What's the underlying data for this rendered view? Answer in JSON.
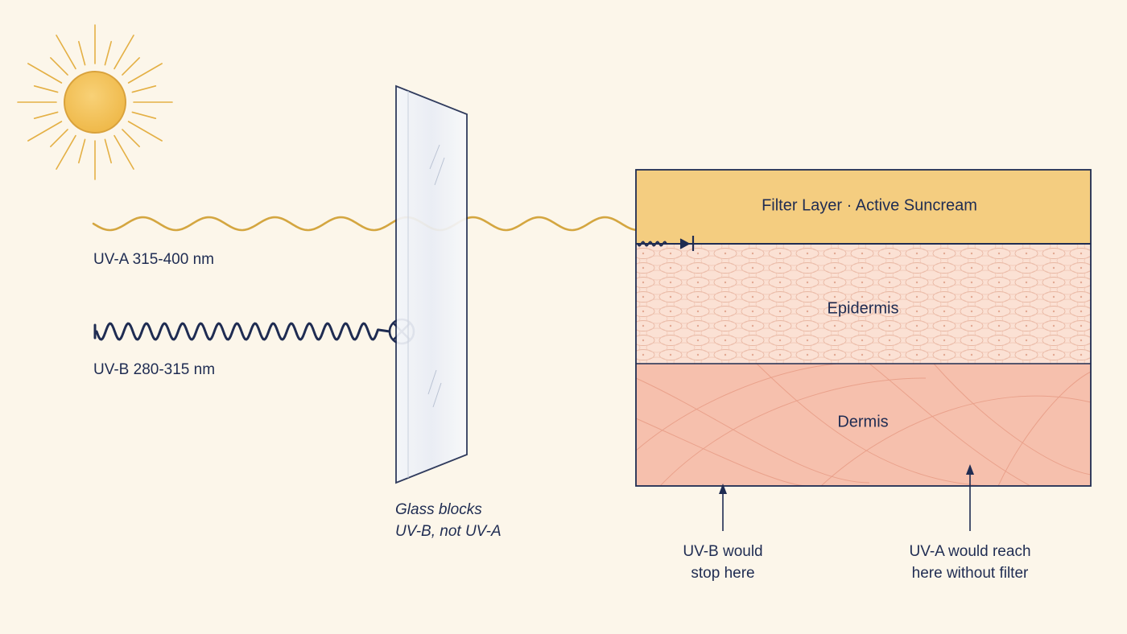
{
  "rays": {
    "uva_label": "UV-A 315-400 nm",
    "uvb_label": "UV-B 280-315 nm"
  },
  "glass": {
    "caption_line1": "Glass blocks",
    "caption_line2": "UV-B, not UV-A"
  },
  "skin": {
    "filter_label": "Filter Layer · Active Suncream",
    "epidermis_label": "Epidermis",
    "dermis_label": "Dermis"
  },
  "annotations": {
    "uvb_stop_line1": "UV-B would",
    "uvb_stop_line2": "stop here",
    "uva_reach_line1": "UV-A would reach",
    "uva_reach_line2": "here without filter"
  },
  "colors": {
    "background": "#fcf6ea",
    "ink": "#1f2c52",
    "uva_wave": "#d4a640",
    "sun": "#f2c25a",
    "filter_layer": "#f3c879",
    "epidermis": "#fbe1d4",
    "dermis": "#f6c0ad"
  }
}
